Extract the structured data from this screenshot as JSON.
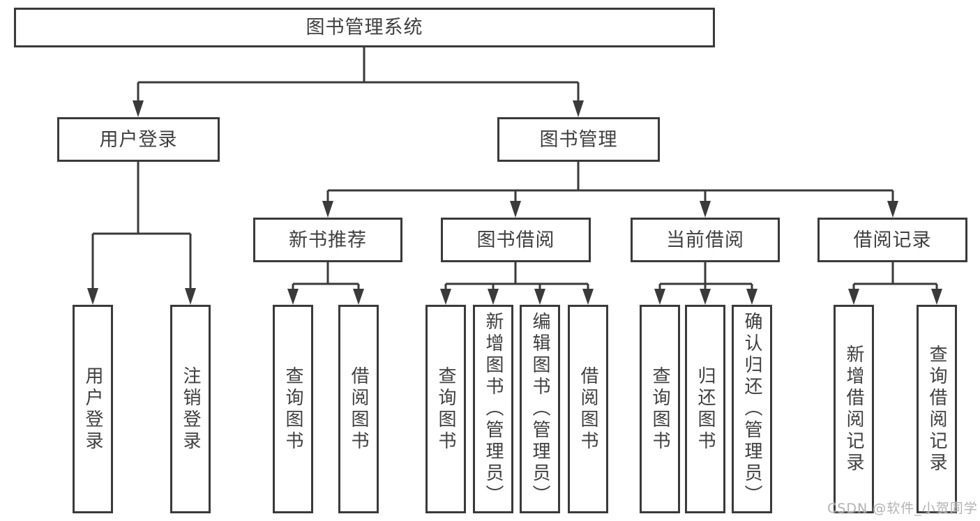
{
  "diagram_type": "hierarchy-tree",
  "nodes": {
    "root": {
      "label": "图书管理系统"
    },
    "user_login": {
      "label": "用户登录",
      "parent": "图书管理系统"
    },
    "book_management": {
      "label": "图书管理",
      "parent": "图书管理系统"
    },
    "new_book_recommend": {
      "label": "新书推荐",
      "parent": "图书管理"
    },
    "book_borrow": {
      "label": "图书借阅",
      "parent": "图书管理"
    },
    "current_borrow": {
      "label": "当前借阅",
      "parent": "图书管理"
    },
    "borrow_records": {
      "label": "借阅记录",
      "parent": "图书管理"
    }
  },
  "leaves": [
    {
      "label": "用户登录",
      "parent": "用户登录"
    },
    {
      "label": "注销登录",
      "parent": "用户登录"
    },
    {
      "label": "查询图书",
      "parent": "新书推荐"
    },
    {
      "label": "借阅图书",
      "parent": "新书推荐"
    },
    {
      "label": "查询图书",
      "parent": "图书借阅"
    },
    {
      "label": "新增图书（管理员）",
      "parent": "图书借阅"
    },
    {
      "label": "编辑图书（管理员）",
      "parent": "图书借阅"
    },
    {
      "label": "借阅图书",
      "parent": "图书借阅"
    },
    {
      "label": "查询图书",
      "parent": "当前借阅"
    },
    {
      "label": "归还图书",
      "parent": "当前借阅"
    },
    {
      "label": "确认归还（管理员）",
      "parent": "当前借阅"
    },
    {
      "label": "新增借阅记录",
      "parent": "借阅记录"
    },
    {
      "label": "查询借阅记录",
      "parent": "借阅记录"
    }
  ],
  "watermark": "CSDN @软件_小贺同学",
  "colors": {
    "line": "#3a3a3a",
    "box_border": "#3a3a3a",
    "box_background": "#ffffff",
    "text": "#3f3f3f",
    "watermark_text": "#b2b2b2",
    "page_background": "#ffffff"
  }
}
